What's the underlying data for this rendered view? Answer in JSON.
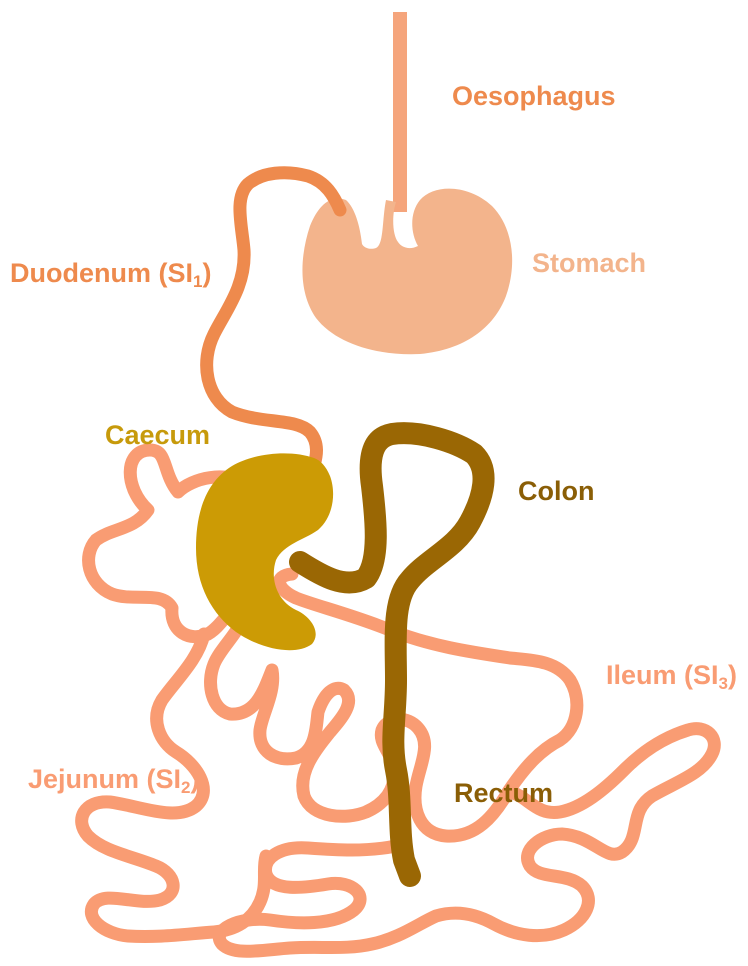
{
  "colors": {
    "oesophagus": "#f5a57c",
    "stomach": "#f3b48c",
    "duodenum": "#ee8a4d",
    "small_intestine": "#f99c73",
    "caecum": "#cc9b05",
    "colon": "#9a6704",
    "label_orange": "#ee8a4d",
    "label_peach": "#f3b48c",
    "label_gold": "#c79a0b",
    "label_brown": "#8a5e06"
  },
  "labels": {
    "oesophagus": "Oesophagus",
    "stomach": "Stomach",
    "duodenum": "Duodenum (SI",
    "duodenum_sub": "1",
    "duodenum_close": ")",
    "caecum": "Caecum",
    "colon": "Colon",
    "ileum": "Ileum (SI",
    "ileum_sub": "3",
    "ileum_close": ")",
    "jejunum": "Jejunum (SI",
    "jejunum_sub": "2",
    "jejunum_close": ")",
    "rectum": "Rectum"
  }
}
